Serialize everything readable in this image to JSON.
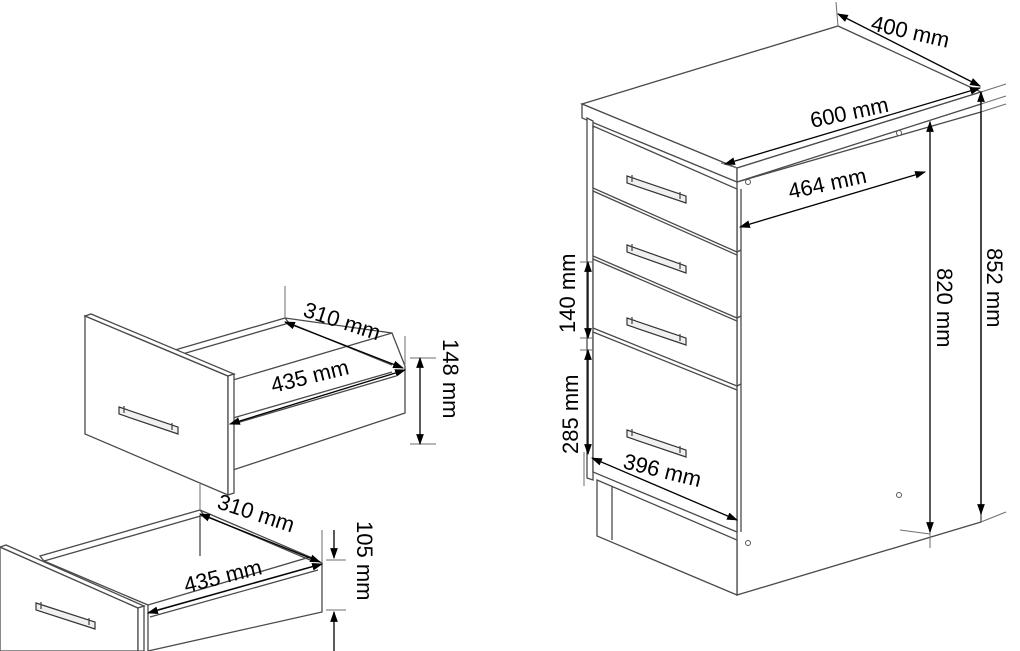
{
  "cabinet": {
    "depth_total": "400 mm",
    "width_total": "600 mm",
    "inner_width": "464 mm",
    "height_body": "820 mm",
    "height_total": "852 mm",
    "drawer_front_small": "140 mm",
    "drawer_front_large": "285 mm",
    "plinth_depth": "396 mm"
  },
  "drawer_upper": {
    "inner_depth": "310 mm",
    "inner_length": "435 mm",
    "inner_height": "148 mm"
  },
  "drawer_lower": {
    "inner_depth": "310 mm",
    "inner_length": "435 mm",
    "inner_height": "105 mm"
  }
}
